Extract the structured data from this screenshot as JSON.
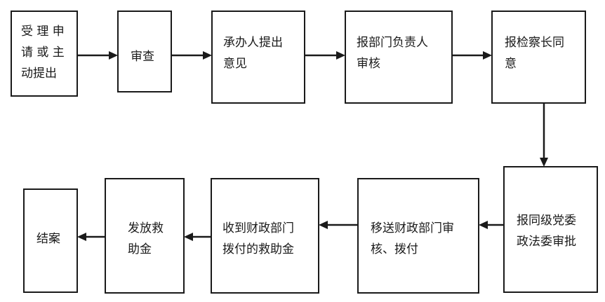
{
  "nodes": [
    {
      "id": "n1",
      "label": "受理申请或主动提出",
      "lines": [
        "受 理 申",
        "请 或 主",
        "动提出"
      ]
    },
    {
      "id": "n2",
      "label": "审查",
      "lines": [
        "审查"
      ]
    },
    {
      "id": "n3",
      "label": "承办人提出意见",
      "lines": [
        "承办人提出",
        "意见"
      ]
    },
    {
      "id": "n4",
      "label": "报部门负责人审核",
      "lines": [
        "报部门负责人",
        "审核"
      ]
    },
    {
      "id": "n5",
      "label": "报检察长同意",
      "lines": [
        "报检察长同",
        "意"
      ]
    },
    {
      "id": "n6",
      "label": "报同级党委政法委审批",
      "lines": [
        "报同级党委",
        "政法委审批"
      ]
    },
    {
      "id": "n7",
      "label": "移送财政部门审核、拨付",
      "lines": [
        "移送财政部门审",
        "核、拨付"
      ]
    },
    {
      "id": "n8",
      "label": "收到财政部门拨付的救助金",
      "lines": [
        "收到财政部门",
        "拨付的救助金"
      ]
    },
    {
      "id": "n9",
      "label": "发放救助金",
      "lines": [
        "发放救",
        "助金"
      ]
    },
    {
      "id": "n10",
      "label": "结案",
      "lines": [
        "结案"
      ]
    }
  ],
  "edges": [
    {
      "from": "n1",
      "to": "n2"
    },
    {
      "from": "n2",
      "to": "n3"
    },
    {
      "from": "n3",
      "to": "n4"
    },
    {
      "from": "n4",
      "to": "n5"
    },
    {
      "from": "n5",
      "to": "n6"
    },
    {
      "from": "n6",
      "to": "n7"
    },
    {
      "from": "n7",
      "to": "n8"
    },
    {
      "from": "n8",
      "to": "n9"
    },
    {
      "from": "n9",
      "to": "n10"
    }
  ]
}
